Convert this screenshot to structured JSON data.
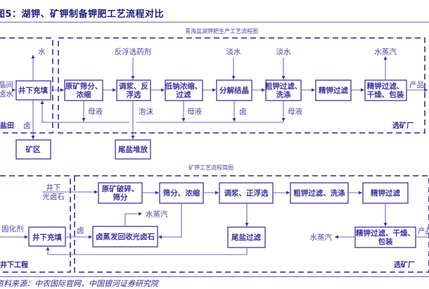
{
  "figure": {
    "title": "图5：湖钾、矿钾制备钾肥工艺流程对比",
    "source": "资料来源：中农国际官网，中国银河证券研究院"
  },
  "lake": {
    "subtitle": "青海盐湖钾肥生产工艺流程图",
    "zone_left": "盐田",
    "zone_right": "选矿厂",
    "input_left": "晶间卤水",
    "input_left_lines": [
      "晶间",
      "卤水"
    ],
    "boxes": {
      "fill": "井下充填",
      "mine": "矿区",
      "screen": [
        "原矿筛分、",
        "浓缩"
      ],
      "flot": [
        "调浆、反",
        "浮选"
      ],
      "tail": "尾盐堆放",
      "lowna": [
        "低钠浓缩、",
        "过滤"
      ],
      "decomp": "分解结晶",
      "coarse": [
        "粗钾过滤、",
        "洗涤"
      ],
      "fine": "精钾过滤",
      "dry": [
        "精钾过滤、",
        "干燥、包装"
      ]
    },
    "labels": {
      "water": "水",
      "brine_down": "卤",
      "reagent": "反浮选药剂",
      "fresh1": "淡水",
      "fresh2": "淡水",
      "steam": "水蒸汽",
      "product": "产品",
      "mother1": "母液",
      "foam": "泡沫",
      "mother2": "母液",
      "brine2": "卤",
      "mother3": "母液"
    }
  },
  "mine": {
    "subtitle": "矿钾工艺流程简图",
    "zone_left": "井下工程",
    "zone_right": "选矿厂",
    "boxes": {
      "crush": [
        "原矿破碎、",
        "筛分"
      ],
      "screen": "筛分、浓缩",
      "flot": "调浆、正浮选",
      "coarse": "粗钾过滤、洗涤",
      "fine": "精钾过滤",
      "fill": "井下充填",
      "evap": "卤蒸发回收光卤石",
      "tail": "尾盐过滤",
      "dry": [
        "精钾过滤、干燥、",
        "包装"
      ]
    },
    "labels": {
      "ore_in": [
        "井下",
        "光卤石"
      ],
      "solidifier": "固化剂",
      "brine": "卤",
      "steam1": "水蒸汽",
      "steam2": "水蒸汽",
      "product": "产品"
    }
  }
}
